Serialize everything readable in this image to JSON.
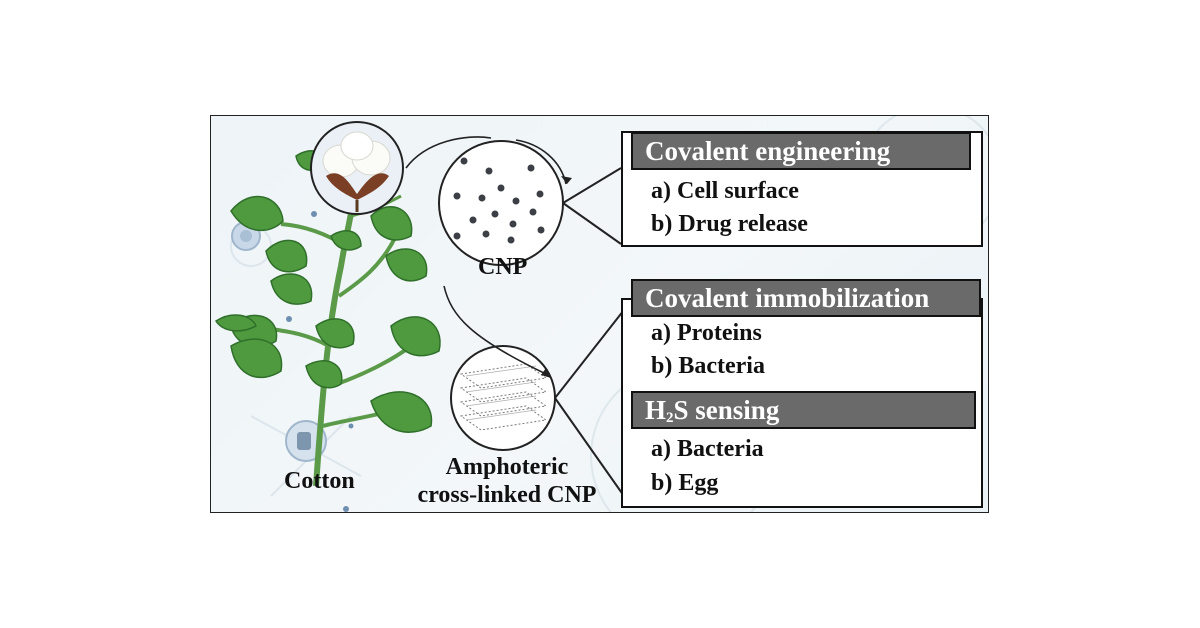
{
  "labels": {
    "cotton": "Cotton",
    "cnp": "CNP",
    "amphoteric_line1": "Amphoteric",
    "amphoteric_line2": "cross-linked CNP"
  },
  "panels": [
    {
      "title": "Covalent engineering",
      "items": [
        "a) Cell surface",
        "b) Drug release"
      ]
    },
    {
      "title": "Covalent immobilization",
      "items": [
        "a) Proteins",
        "b) Bacteria"
      ]
    },
    {
      "title_prefix": "H",
      "title_sub": "2",
      "title_suffix": "S sensing",
      "items": [
        "a) Bacteria",
        "b) Egg"
      ]
    }
  ],
  "colors": {
    "header_bg": "#6a6a6a",
    "leaf": "#4f9a3f",
    "stem": "#5b9a48",
    "particle": "#3c4046"
  }
}
